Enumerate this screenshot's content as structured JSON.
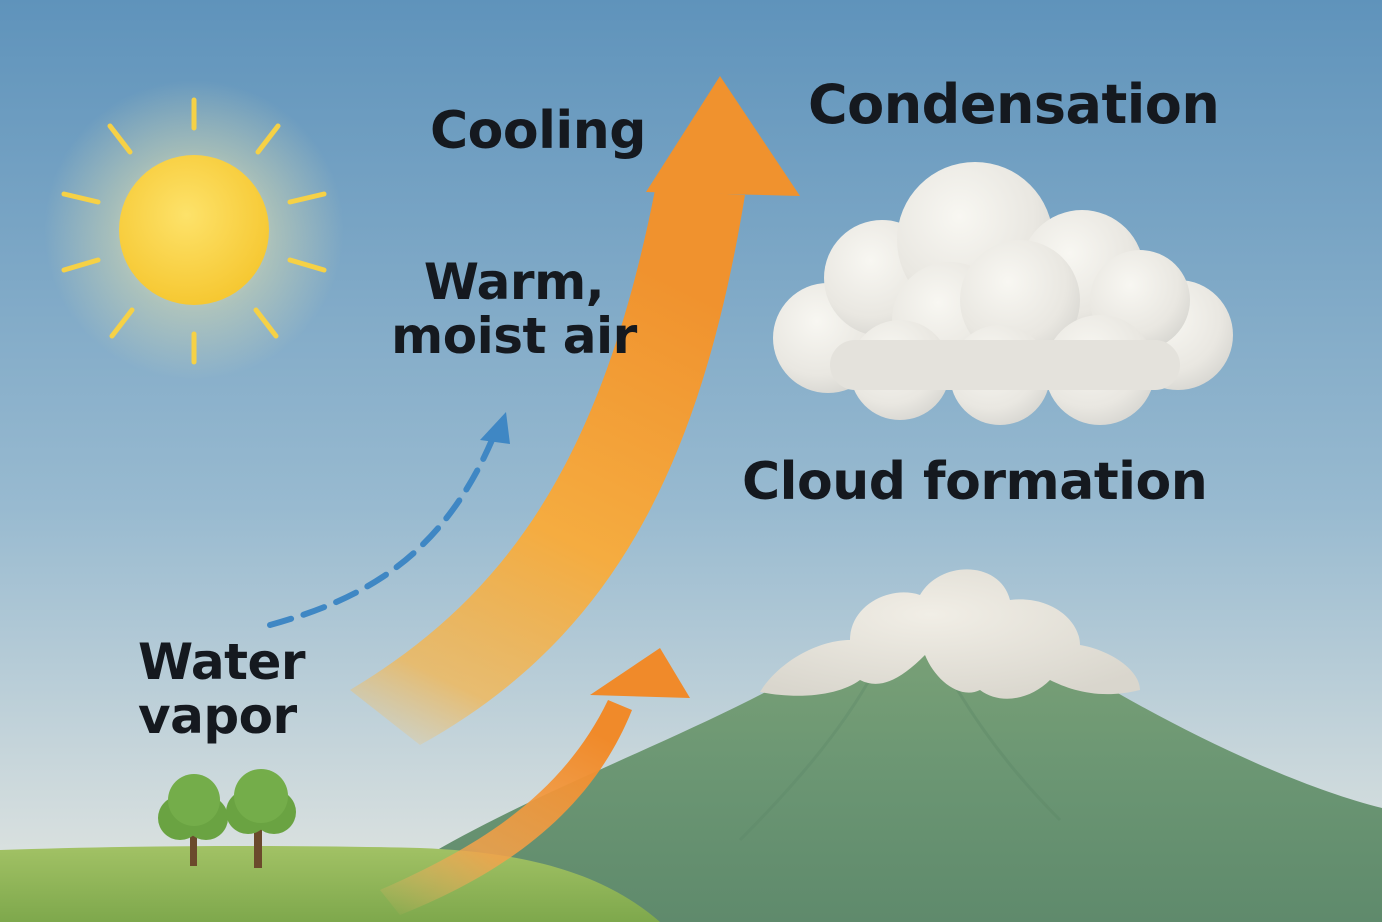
{
  "diagram": {
    "labels": {
      "cooling": "Cooling",
      "condensation": "Condensation",
      "warm_air_line1": "Warm,",
      "warm_air_line2": "moist air",
      "cloud_formation": "Cloud formation",
      "water_vapor_line1": "Water",
      "water_vapor_line2": "vapor"
    },
    "colors": {
      "sky_top": "#5f93bb",
      "sky_bottom": "#e6e8e2",
      "sun": "#f8cf3c",
      "sun_rays": "#f6d146",
      "rising_air_arrow": "#f4a33a",
      "vapor_arrow": "#3f87c4",
      "cloud": "#ecebe6",
      "mountain": "#6e9a73",
      "hill": "#8fb65a",
      "tree": "#6aa342",
      "trunk": "#6b4a2c",
      "text": "#15191f"
    }
  }
}
